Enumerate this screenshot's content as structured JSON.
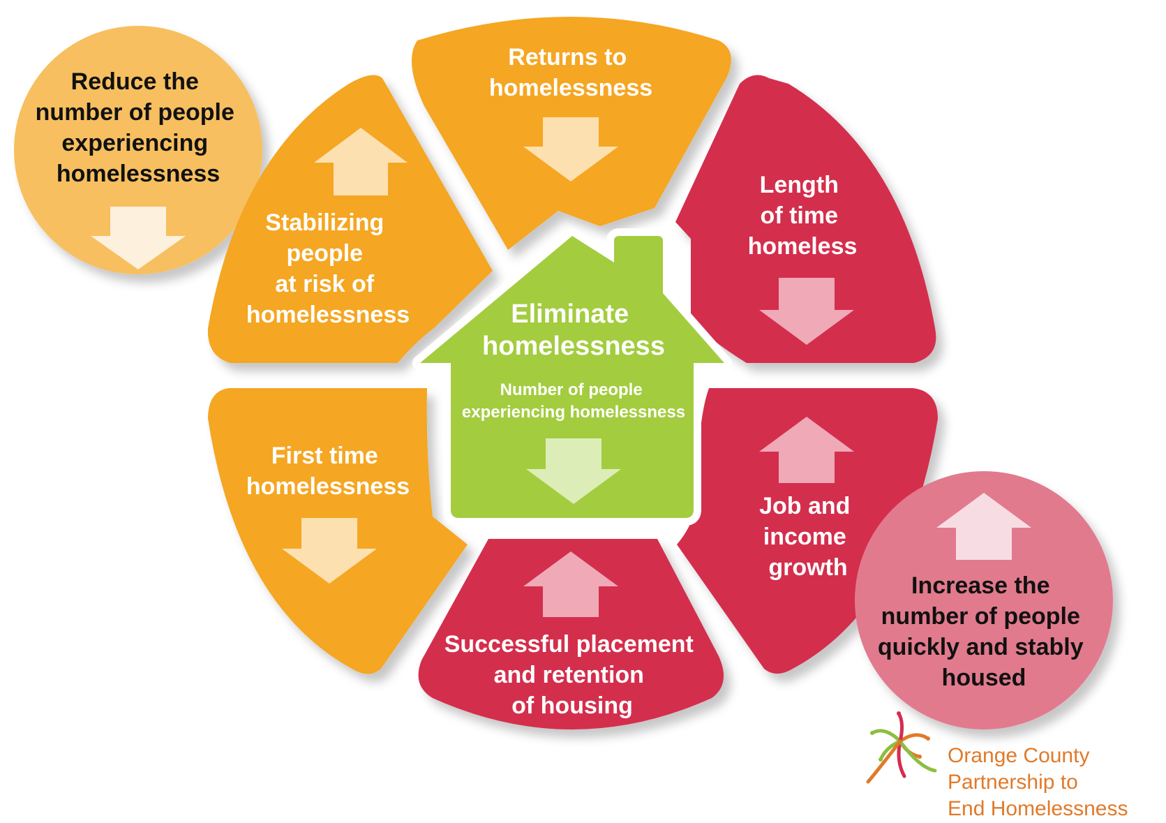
{
  "diagram": {
    "center": {
      "title_lines": [
        "Eliminate",
        "homelessness"
      ],
      "subtitle_lines": [
        "Number of people",
        "experiencing homelessness"
      ],
      "arrow": "down"
    },
    "segments": [
      {
        "id": "returns",
        "lines": [
          "Returns to",
          "homelessness"
        ],
        "arrow": "down",
        "color": "#f5a623"
      },
      {
        "id": "stabilizing",
        "lines": [
          "Stabilizing",
          "people",
          "at risk of",
          "homelessness"
        ],
        "arrow": "up",
        "color": "#f5a623"
      },
      {
        "id": "first-time",
        "lines": [
          "First time",
          "homelessness"
        ],
        "arrow": "down",
        "color": "#f5a623"
      },
      {
        "id": "length",
        "lines": [
          "Length",
          "of time",
          "homeless"
        ],
        "arrow": "down",
        "color": "#d42d4e"
      },
      {
        "id": "job-income",
        "lines": [
          "Job and",
          "income",
          "growth"
        ],
        "arrow": "up",
        "color": "#d42d4e"
      },
      {
        "id": "placement",
        "lines": [
          "Successful placement",
          "and retention",
          "of housing"
        ],
        "arrow": "up",
        "color": "#d42d4e"
      }
    ],
    "circles": [
      {
        "id": "reduce",
        "lines": [
          "Reduce the",
          "number of people",
          "experiencing",
          "homelessness"
        ],
        "arrow": "down",
        "color": "#f7bf5e"
      },
      {
        "id": "increase",
        "lines": [
          "Increase the",
          "number of people",
          "quickly and stably",
          "housed"
        ],
        "arrow": "up",
        "color": "#e27a8d"
      }
    ]
  },
  "logo": {
    "lines": [
      "Orange County",
      "Partnership to",
      "End Homelessness"
    ]
  },
  "colors": {
    "orange": "#f5a623",
    "orange_circle": "#f7bf5e",
    "red": "#d42d4e",
    "red_circle": "#e27a8d",
    "green": "#a3cc3f"
  }
}
